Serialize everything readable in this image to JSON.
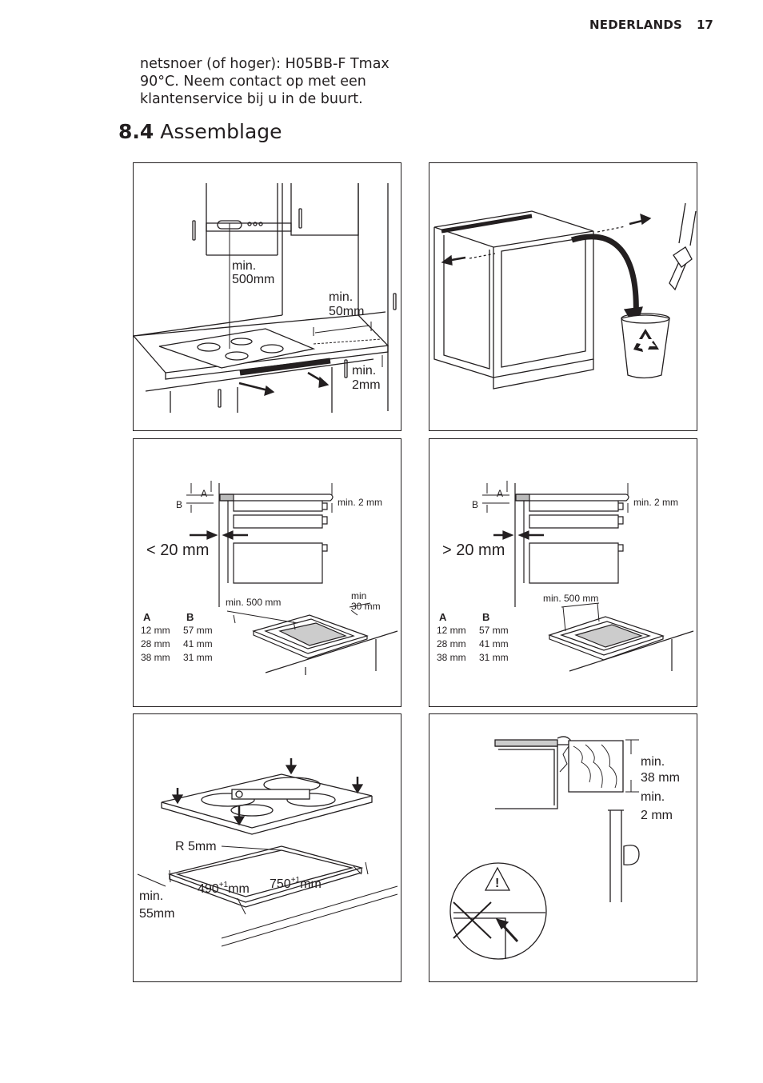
{
  "header": {
    "language": "NEDERLANDS",
    "page_number": "17"
  },
  "intro_lines": [
    "netsnoer (of hoger): H05BB-F Tmax",
    "90°C. Neem contact op met een",
    "klantenservice bij u in de buurt."
  ],
  "section": {
    "number": "8.4",
    "title": "Assemblage"
  },
  "fig1": {
    "min500_a": "min.",
    "min500_b": "500mm",
    "min50_a": "min.",
    "min50_b": "50mm",
    "min2_a": "min.",
    "min2_b": "2mm"
  },
  "fig3": {
    "label_a": "A",
    "label_b": "B",
    "gap": "< 20 mm",
    "min2": "min. 2 mm",
    "min500": "min. 500 mm",
    "min30_a": "min",
    "min30_b": "30 mm",
    "table_header_a": "A",
    "table_header_b": "B",
    "rows": [
      [
        "12 mm",
        "57 mm"
      ],
      [
        "28 mm",
        "41 mm"
      ],
      [
        "38 mm",
        "31 mm"
      ]
    ]
  },
  "fig4": {
    "label_a": "A",
    "label_b": "B",
    "gap": "> 20 mm",
    "min2": "min. 2 mm",
    "min500": "min. 500 mm",
    "table_header_a": "A",
    "table_header_b": "B",
    "rows": [
      [
        "12 mm",
        "57 mm"
      ],
      [
        "28 mm",
        "41 mm"
      ],
      [
        "38 mm",
        "31 mm"
      ]
    ]
  },
  "fig5": {
    "radius": "R 5mm",
    "w490": "490",
    "w750": "750",
    "tol": "+1",
    "unit": "mm",
    "min55_a": "min.",
    "min55_b": "55mm"
  },
  "fig6": {
    "min38_a": "min.",
    "min38_b": "38 mm",
    "min2_a": "min.",
    "min2_b": "2 mm"
  },
  "icons": [
    "warning-triangle-icon",
    "recycle-icon",
    "prohibited-cross-icon"
  ]
}
